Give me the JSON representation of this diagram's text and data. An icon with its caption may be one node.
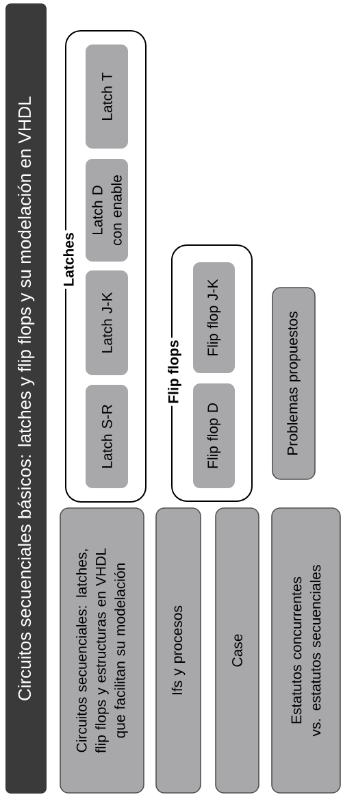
{
  "diagram": {
    "title": "Circuitos secuenciales básicos: latches y flip flops y su modelación en VHDL",
    "nodes": [
      {
        "text": [
          "Circuitos secuenciales: latches, flip flops y estructuras en VHDL que facilitan su modelación"
        ]
      },
      {
        "text": [
          "Latches"
        ]
      },
      {
        "text": [
          "Latch S-R"
        ],
        "in": 1
      },
      {
        "text": [
          "Latch J-K"
        ],
        "in": 1
      },
      {
        "text": [
          "Latch D con enable"
        ],
        "in": 1
      },
      {
        "text": [
          "Latch T"
        ],
        "in": 1
      },
      {
        "text": [
          "Ifs y procesos"
        ]
      },
      {
        "text": [
          "Flip flops"
        ]
      },
      {
        "text": [
          "Flip flop D"
        ],
        "in": 7
      },
      {
        "text": [
          "Flip flop J-K"
        ],
        "in": 7
      },
      {
        "text": [
          "Case"
        ]
      },
      {
        "text": [
          "Estatutos concurrentes vs. estatutos secuenciales"
        ]
      },
      {
        "text": [
          "Problemas propuestos"
        ]
      }
    ],
    "edges": []
  }
}
